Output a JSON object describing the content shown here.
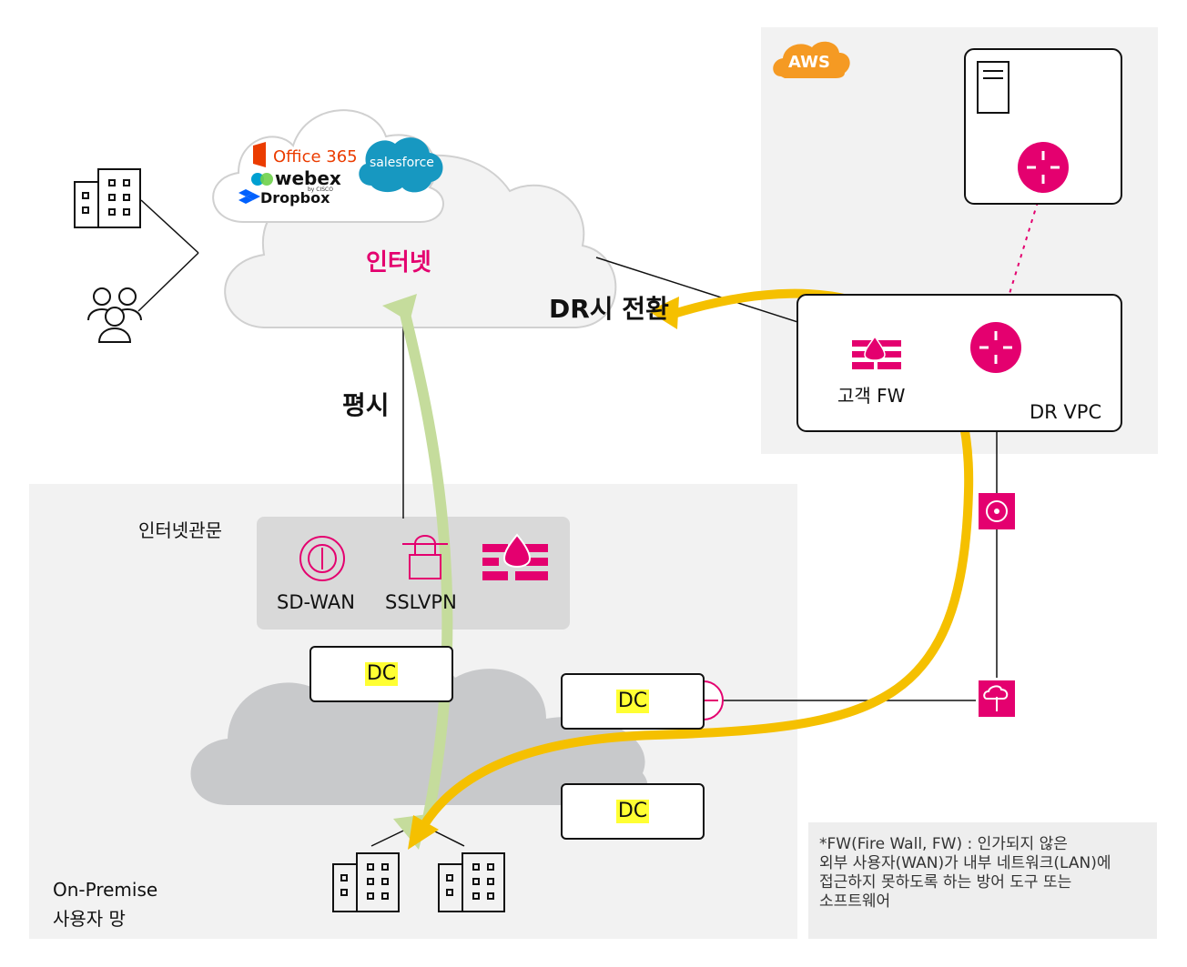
{
  "aws": {
    "badge": "AWS"
  },
  "internet": {
    "label": "인터넷"
  },
  "saas": {
    "office": "Office 365",
    "webex": "webex",
    "webex_sub": "by CISCO",
    "dropbox": "Dropbox",
    "salesforce": "salesforce"
  },
  "labels": {
    "normal": "평시",
    "dr_switch": "DR시 전환",
    "customer_fw": "고객 FW",
    "dr_vpc": "DR VPC",
    "gateway_title": "인터넷관문",
    "sdwan": "SD-WAN",
    "sslvpn": "SSLVPN",
    "onprem_line1": "On-Premise",
    "onprem_line2": "사용자 망"
  },
  "datacenters": [
    "DC",
    "DC",
    "DC"
  ],
  "note": {
    "lines": [
      "*FW(Fire Wall, FW) : 인가되지 않은",
      "외부 사용자(WAN)가 내부 네트워크(LAN)에",
      "접근하지 못하도록 하는 방어 도구 또는",
      "소프트웨어"
    ]
  },
  "colors": {
    "magenta": "#e4006f",
    "aws_orange": "#f59a23",
    "yellow_arrow": "#f5c000",
    "green_arrow": "#c5dc9c",
    "panel_gray": "#f2f2f2",
    "gateway_gray": "#d9d9d9",
    "office_red": "#eb3c00",
    "salesforce_blue": "#1798c1",
    "dropbox_blue": "#0061fe"
  }
}
